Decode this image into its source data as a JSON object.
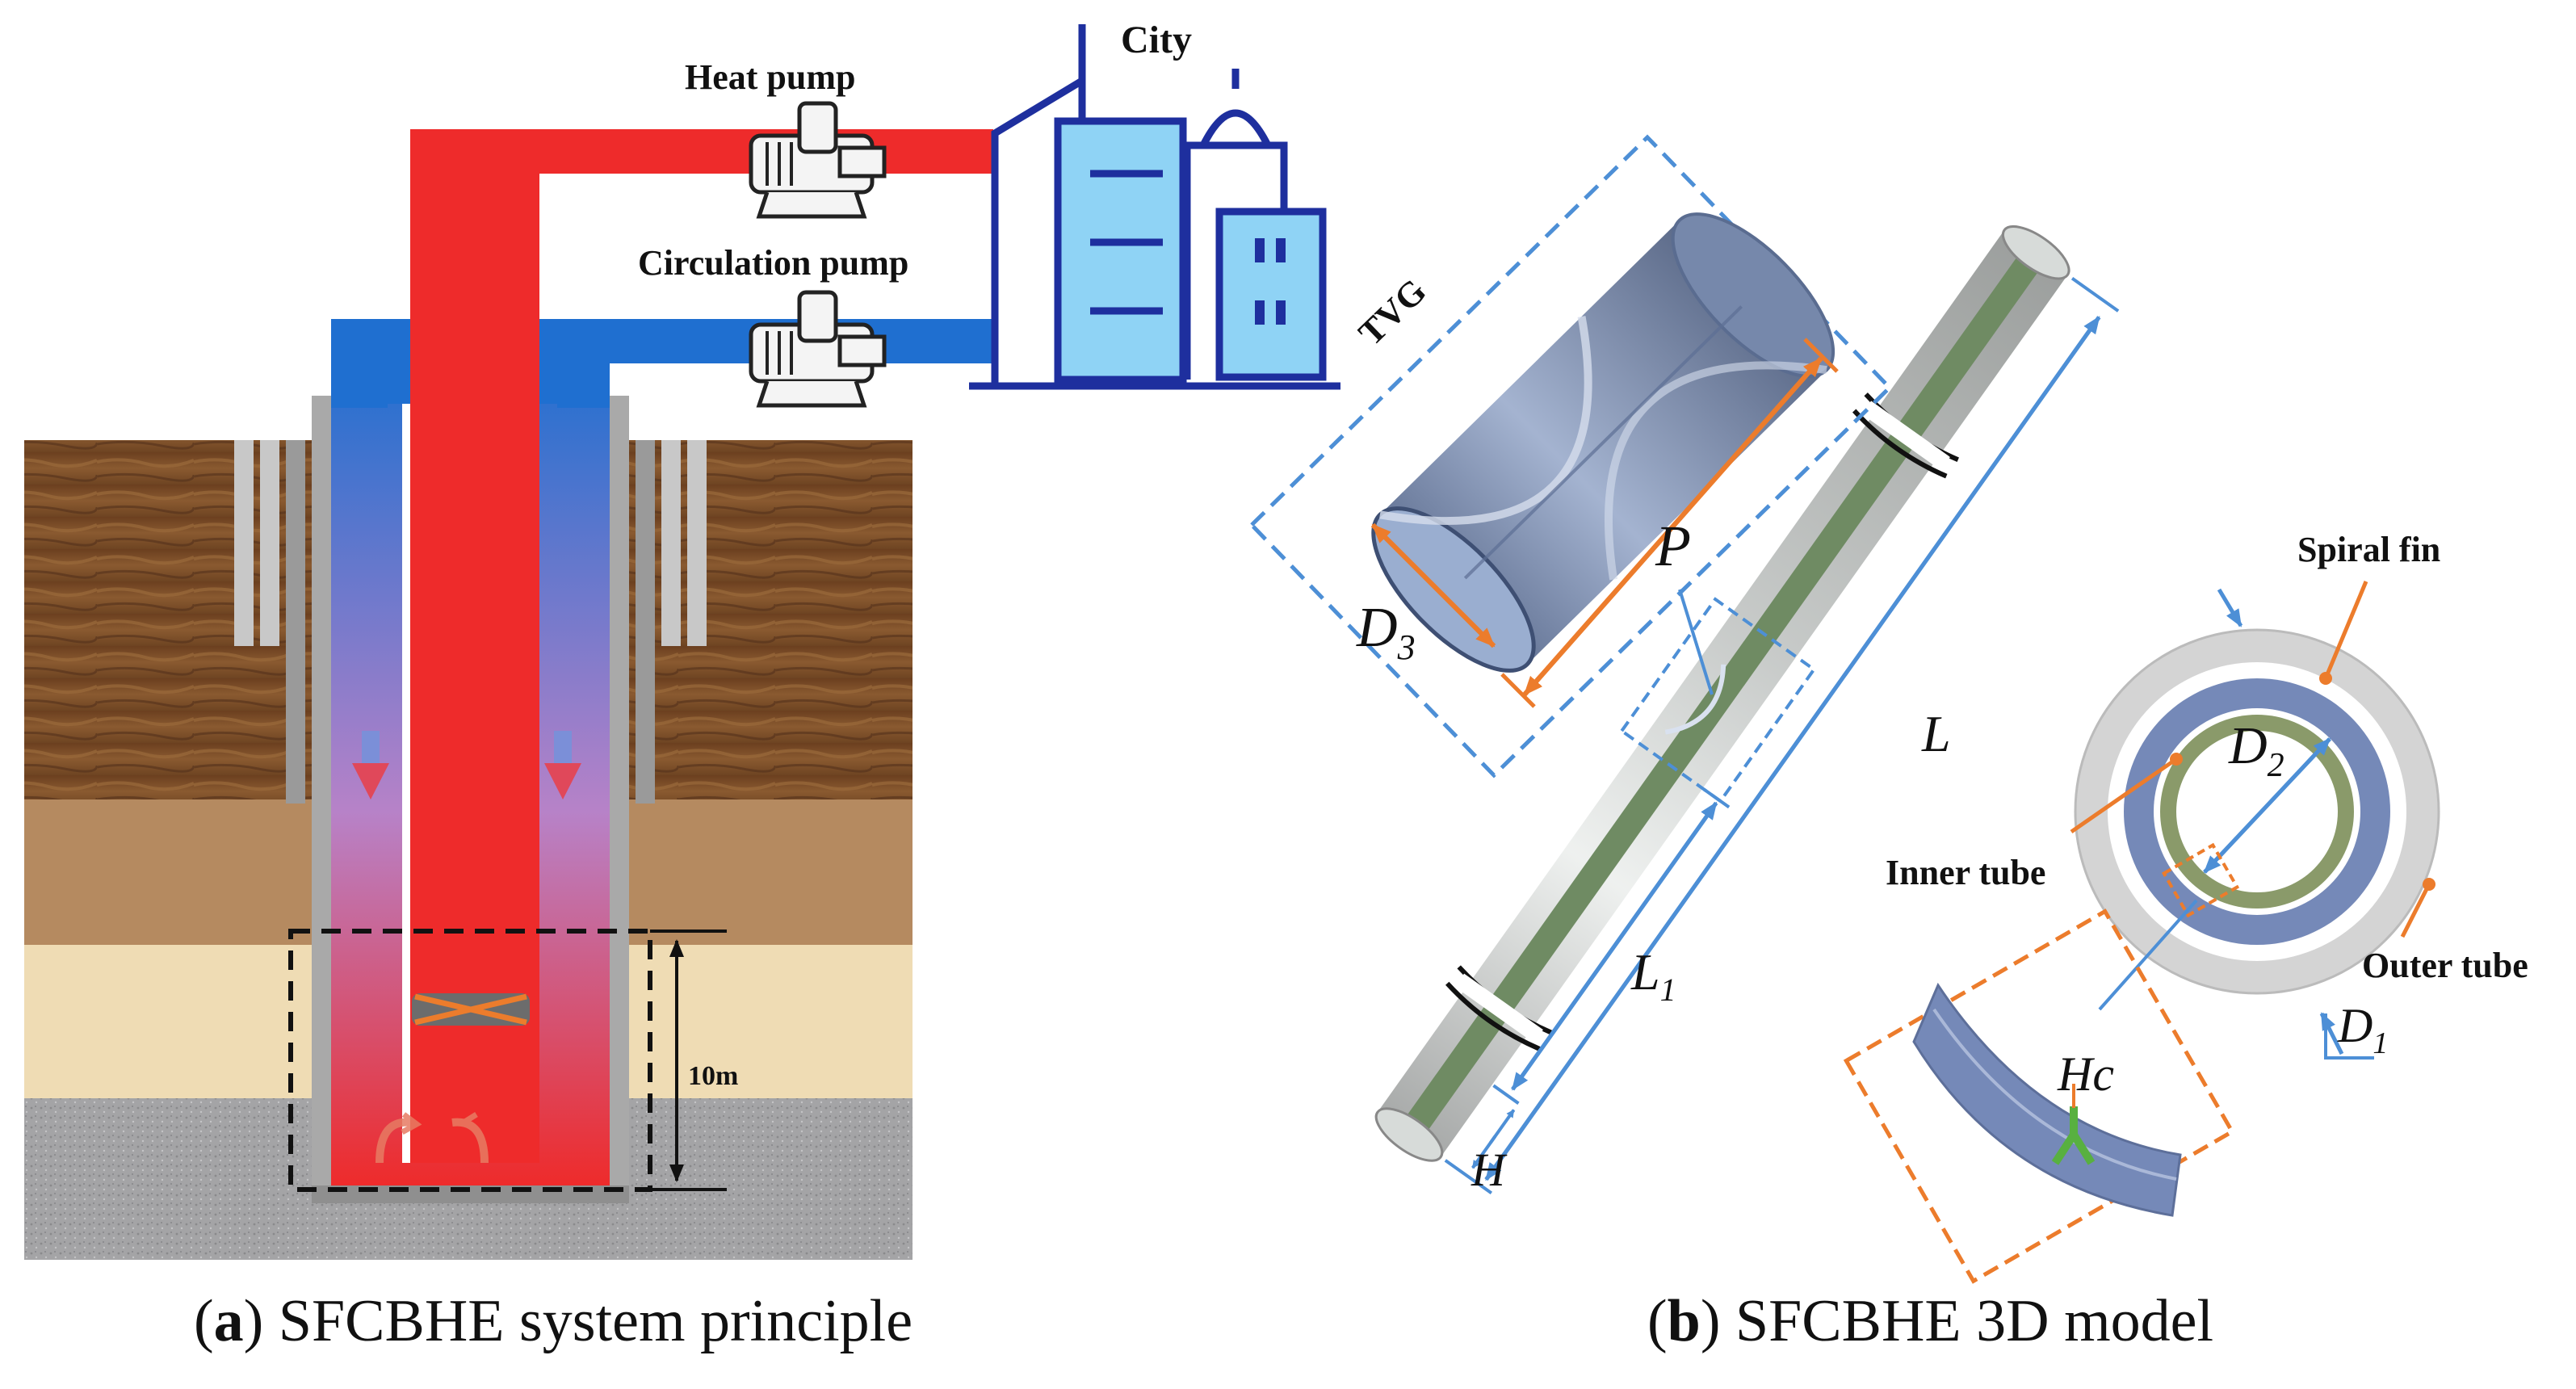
{
  "panel_a": {
    "labels": {
      "heat_pump": "Heat pump",
      "circulation_pump": "Circulation pump",
      "city": "City",
      "depth": "10m"
    },
    "caption": {
      "letter": "a",
      "text": "SFCBHE system principle"
    }
  },
  "panel_b": {
    "labels": {
      "tvg": "TVG",
      "p": "P",
      "d3": "D",
      "d3_sub": "3",
      "l": "L",
      "l1": "L",
      "l1_sub": "1",
      "h": "H",
      "spiral_fin": "Spiral fin",
      "d2": "D",
      "d2_sub": "2",
      "inner_tube": "Inner tube",
      "outer_tube": "Outer tube",
      "d1": "D",
      "d1_sub": "1",
      "hc": "Hc"
    },
    "caption": {
      "letter": "b",
      "text": "SFCBHE 3D model"
    }
  },
  "colors": {
    "hot": "#ee2b2b",
    "cold": "#1f6fd0",
    "casing": "#a9a9a9",
    "soil_top": "#6e4422",
    "soil_mid": "#b58a60",
    "soil_sand": "#efdcb4",
    "soil_rock": "#a4a4a6",
    "dim_blue": "#4d8fd6",
    "dim_orange": "#ec7c2c",
    "city_blue": "#1e2f9e",
    "city_fill": "#8fd3f5"
  }
}
